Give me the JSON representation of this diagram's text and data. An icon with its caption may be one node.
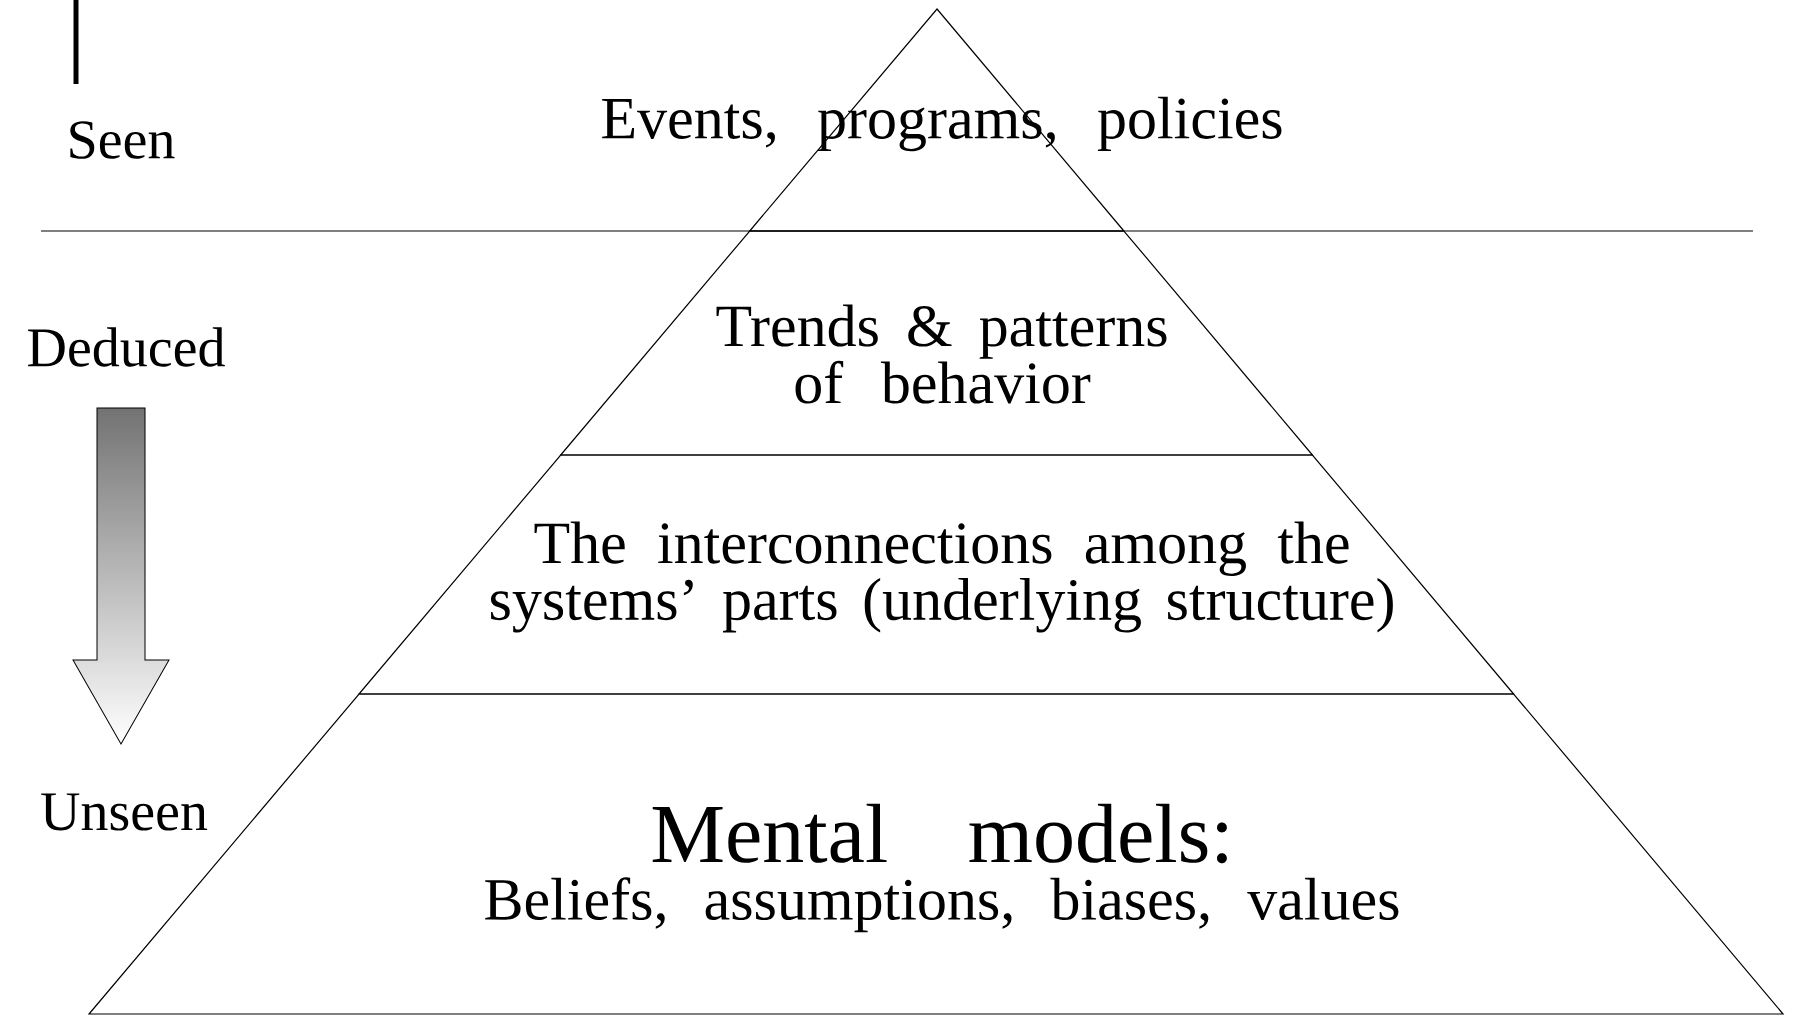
{
  "diagram": {
    "nodes": [
      {
        "text": [
          "Events, programs, policies"
        ]
      },
      {
        "text": [
          "Trends & patterns of behavior"
        ]
      },
      {
        "text": [
          "The interconnections among the systems’ parts (underlying structure)"
        ]
      },
      {
        "text": [
          "Mental models:",
          "Beliefs, assumptions, biases, values"
        ]
      }
    ],
    "labels": [
      "Seen",
      "Deduced",
      "Unseen"
    ]
  }
}
